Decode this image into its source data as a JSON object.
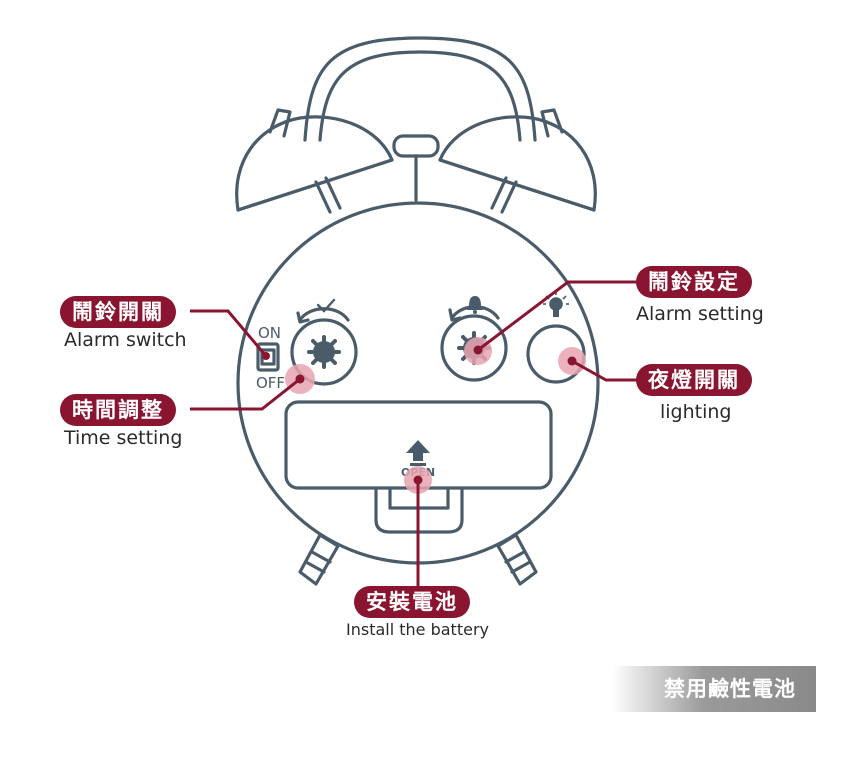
{
  "colors": {
    "outline": "#4a5c6a",
    "accent": "#8a1530",
    "highlight": "#e7a4b2",
    "warning_bg": "#8a8a8a"
  },
  "icons": {
    "switch_hand": "clock-arrow-check-icon",
    "alarm_hand": "bell-arrow-icon",
    "light": "light-bulb-icon",
    "battery_door": "up-arrow-icon"
  },
  "clock": {
    "switch_on": "ON",
    "switch_off": "OFF",
    "open_label": "OPEN"
  },
  "labels": {
    "alarm_switch": {
      "zh": "鬧鈴開關",
      "en": "Alarm switch"
    },
    "time_setting": {
      "zh": "時間調整",
      "en": "Time setting"
    },
    "alarm_setting": {
      "zh": "鬧鈴設定",
      "en": "Alarm setting"
    },
    "lighting": {
      "zh": "夜燈開關",
      "en": "lighting"
    },
    "battery": {
      "zh": "安裝電池",
      "en": "Install  the  battery"
    }
  },
  "warning": "禁用鹼性電池"
}
